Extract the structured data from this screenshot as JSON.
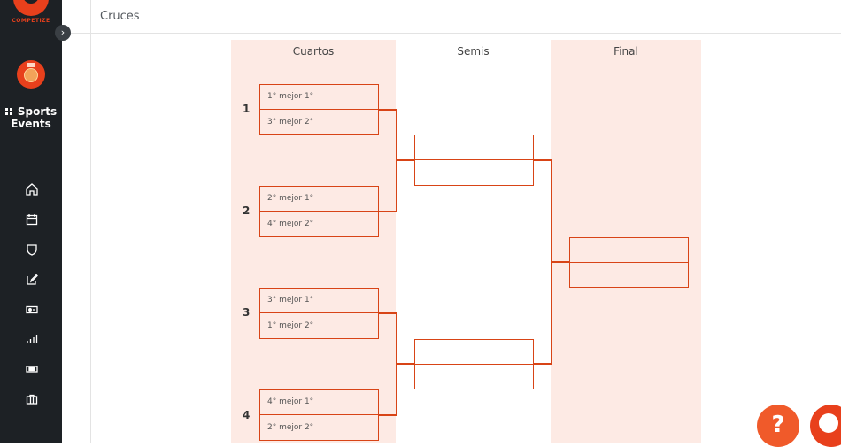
{
  "brand": {
    "logo_text": "COMPETIZE",
    "accent": "#e8401c"
  },
  "sidebar": {
    "section_label": "Sports Events",
    "nav_icons": [
      "home-icon",
      "calendar-icon",
      "shield-icon",
      "edit-icon",
      "money-icon",
      "bar-chart-icon",
      "ticket-icon",
      "briefcase-icon"
    ]
  },
  "header": {
    "title": "Cruces"
  },
  "bracket": {
    "rounds": [
      "Cuartos",
      "Semis",
      "Final"
    ],
    "quarterfinals": [
      {
        "number": "1",
        "slots": [
          "1° mejor 1°",
          "3° mejor 2°"
        ]
      },
      {
        "number": "2",
        "slots": [
          "2° mejor 1°",
          "4° mejor 2°"
        ]
      },
      {
        "number": "3",
        "slots": [
          "3° mejor 1°",
          "1° mejor 2°"
        ]
      },
      {
        "number": "4",
        "slots": [
          "4° mejor 1°",
          "2° mejor 2°"
        ]
      }
    ],
    "semifinals": [
      {
        "slots": [
          "",
          ""
        ]
      },
      {
        "slots": [
          "",
          ""
        ]
      }
    ],
    "final": {
      "slots": [
        "",
        ""
      ]
    }
  },
  "floating": {
    "help_label": "?"
  }
}
